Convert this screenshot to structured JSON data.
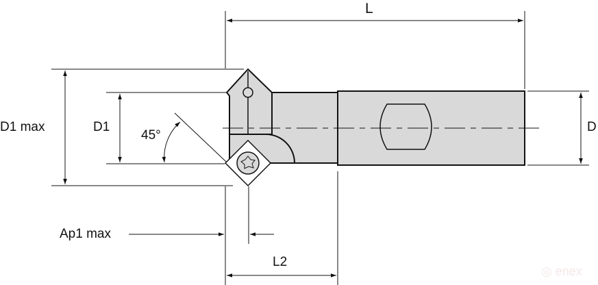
{
  "labels": {
    "L": "L",
    "D1_max": "D1 max",
    "D1": "D1",
    "angle": "45°",
    "D": "D",
    "Ap1_max": "Ap1 max",
    "L2": "L2"
  },
  "watermark": "enex",
  "colors": {
    "body_fill": "#d9d9d9",
    "line": "#111111"
  }
}
